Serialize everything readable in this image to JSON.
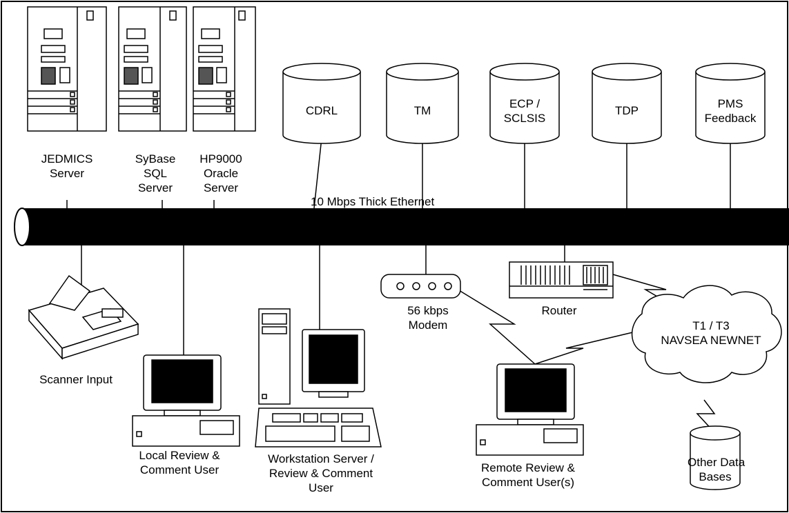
{
  "network": {
    "label": "10 Mbps Thick Ethernet"
  },
  "servers": [
    {
      "lines": [
        "JEDMICS",
        "Server"
      ]
    },
    {
      "lines": [
        "SyBase",
        "SQL",
        "Server"
      ]
    },
    {
      "lines": [
        "HP9000",
        "Oracle",
        "Server"
      ]
    }
  ],
  "databases": [
    {
      "lines": [
        "CDRL"
      ]
    },
    {
      "lines": [
        "TM"
      ]
    },
    {
      "lines": [
        "ECP /",
        "SCLSIS"
      ]
    },
    {
      "lines": [
        "TDP"
      ]
    },
    {
      "lines": [
        "PMS",
        "Feedback"
      ]
    }
  ],
  "devices": {
    "scanner": [
      "Scanner Input"
    ],
    "local_user": [
      "Local Review &",
      "Comment User"
    ],
    "workstation": [
      "Workstation Server /",
      "Review & Comment",
      "User"
    ],
    "modem": [
      "56 kbps",
      "Modem"
    ],
    "router": [
      "Router"
    ],
    "remote_user": [
      "Remote Review &",
      "Comment User(s)"
    ],
    "wan": [
      "T1 / T3",
      "NAVSEA NEWNET"
    ],
    "other_db": [
      "Other Data",
      "Bases"
    ]
  },
  "colors": {
    "line": "#000000",
    "background": "#ffffff",
    "screen": "#000000"
  }
}
